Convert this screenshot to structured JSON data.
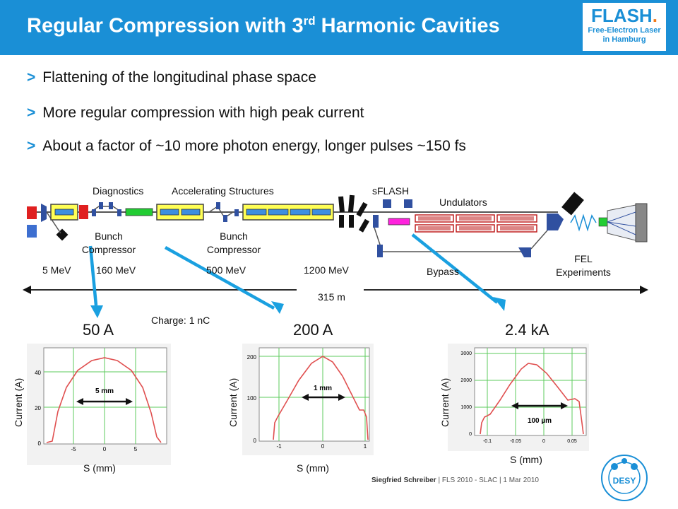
{
  "header": {
    "title_main": "Regular Compression with 3",
    "title_sup": "rd",
    "title_tail": " Harmonic Cavities",
    "logo_line1": "FLASH",
    "logo_dot": ".",
    "logo_line2": "Free-Electron Laser",
    "logo_line3": "in Hamburg"
  },
  "bullets": [
    "Flattening of the longitudinal phase space",
    "More regular compression with high peak current",
    "About a factor of ~10 more photon energy, longer pulses ~150 fs"
  ],
  "bullet_marker": ">",
  "diagram": {
    "diagnostics": "Diagnostics",
    "accelerating": "Accelerating Structures",
    "sflash": "sFLASH",
    "undulators": "Undulators",
    "bc1_line1": "Bunch",
    "bc1_line2": "Compressor",
    "bc2_line1": "Bunch",
    "bc2_line2": "Compressor",
    "fel_line1": "FEL",
    "fel_line2": "Experiments",
    "e1": "5 MeV",
    "e2": "160 MeV",
    "e3": "500 MeV",
    "e4": "1200 MeV",
    "bypass": "Bypass",
    "length": "315 m"
  },
  "plots": {
    "charge": "Charge: 1 nC",
    "p1_current": "50 A",
    "p2_current": "200 A",
    "p3_current": "2.4 kA",
    "ylabel": "Current (A)",
    "xlabel": "S (mm)",
    "p1_width": "5 mm",
    "p2_width": "1 mm",
    "p3_width": "100 µm",
    "p1_yticks": [
      "40",
      "20",
      "0"
    ],
    "p1_xticks": [
      "-5",
      "0",
      "5"
    ],
    "p2_yticks": [
      "200",
      "100",
      "0"
    ],
    "p2_xticks": [
      "-1",
      "0",
      "1"
    ],
    "p3_yticks": [
      "3000",
      "2000",
      "1000",
      "0"
    ],
    "p3_xticks": [
      "-0.1",
      "-0.05",
      "0",
      "0.05"
    ]
  },
  "footer": {
    "author": "Siegfried Schreiber",
    "info": "  | FLS 2010 - SLAC |  1 Mar 2010",
    "desy": "DESY"
  },
  "colors": {
    "accent": "#1a8fd6",
    "curve": "#e05050",
    "grid": "#5ccb5c",
    "arrow": "#1aa0e0"
  }
}
